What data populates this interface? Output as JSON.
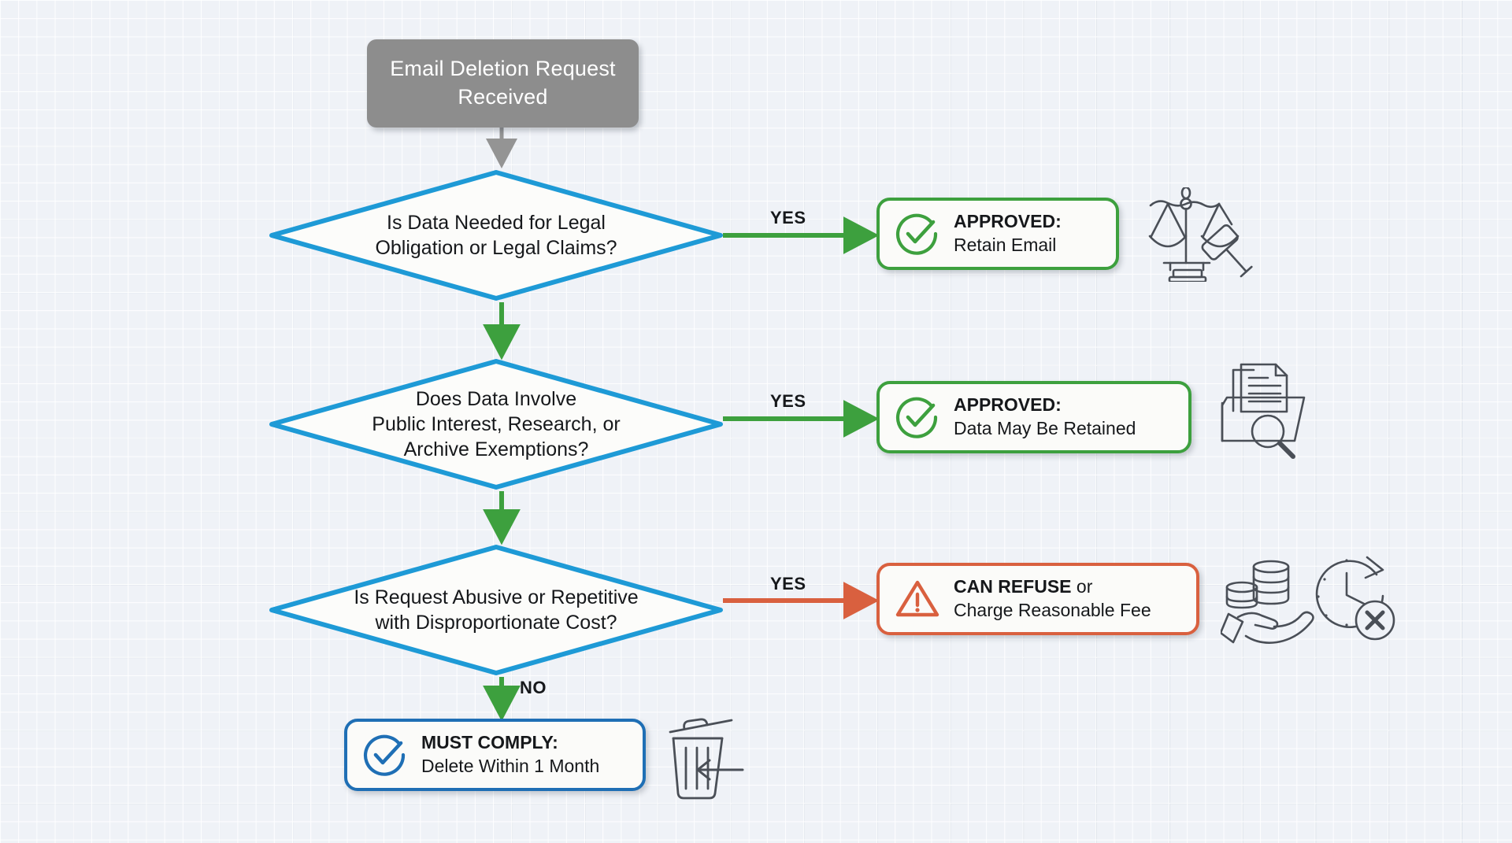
{
  "diagram": {
    "title": "Email Deletion Request Decision Flowchart",
    "type": "flowchart",
    "background_color": "#eff2f7",
    "colors": {
      "start_node": "#8d8d8d",
      "decision_border": "#1e9ad6",
      "approved_border": "#3da03e",
      "refuse_border": "#d9603f",
      "comply_border": "#1f6fb5",
      "yes_arrow_green": "#3da03e",
      "yes_arrow_orange": "#d9603f",
      "no_arrow": "#3da03e",
      "start_arrow": "#8d8d8d",
      "icon_stroke": "#4a4f57"
    }
  },
  "start": {
    "label": "Email Deletion\nRequest Received",
    "shape": "rounded-rectangle"
  },
  "decisions": [
    {
      "id": "legal-obligation",
      "label": "Is Data Needed for Legal\nObligation or Legal Claims?",
      "yes_label": "YES",
      "yes_arrow_color": "#3da03e"
    },
    {
      "id": "public-interest",
      "label": "Does Data Involve\nPublic Interest, Research, or\nArchive Exemptions?",
      "yes_label": "YES",
      "yes_arrow_color": "#3da03e"
    },
    {
      "id": "abusive-request",
      "label": "Is Request Abusive or Repetitive\nwith Disproportionate Cost?",
      "yes_label": "YES",
      "no_label": "NO",
      "yes_arrow_color": "#d9603f"
    }
  ],
  "outcomes": [
    {
      "id": "approved-retain-email",
      "icon": "check-circle-icon",
      "icon_color": "#3da03e",
      "border_color": "#3da03e",
      "heading": "APPROVED:",
      "detail": "Retain Email"
    },
    {
      "id": "approved-data-retained",
      "icon": "check-circle-icon",
      "icon_color": "#3da03e",
      "border_color": "#3da03e",
      "heading": "APPROVED:",
      "detail": "Data May Be Retained"
    },
    {
      "id": "can-refuse",
      "icon": "warning-triangle-icon",
      "icon_color": "#d9603f",
      "border_color": "#d9603f",
      "heading": "CAN REFUSE",
      "heading_suffix": " or",
      "detail": "Charge Reasonable Fee"
    },
    {
      "id": "must-comply",
      "icon": "check-circle-icon",
      "icon_color": "#1f6fb5",
      "border_color": "#1f6fb5",
      "heading": "MUST COMPLY:",
      "detail": "Delete Within 1 Month"
    }
  ],
  "illustrations": [
    {
      "id": "icon-legal",
      "name": "scales-of-justice-gavel-icon"
    },
    {
      "id": "icon-archive",
      "name": "document-folder-magnifier-icon"
    },
    {
      "id": "icon-money",
      "name": "hand-with-coins-icon"
    },
    {
      "id": "icon-clock",
      "name": "clock-repeat-denied-icon"
    },
    {
      "id": "icon-trash",
      "name": "trash-bin-delete-icon"
    }
  ]
}
